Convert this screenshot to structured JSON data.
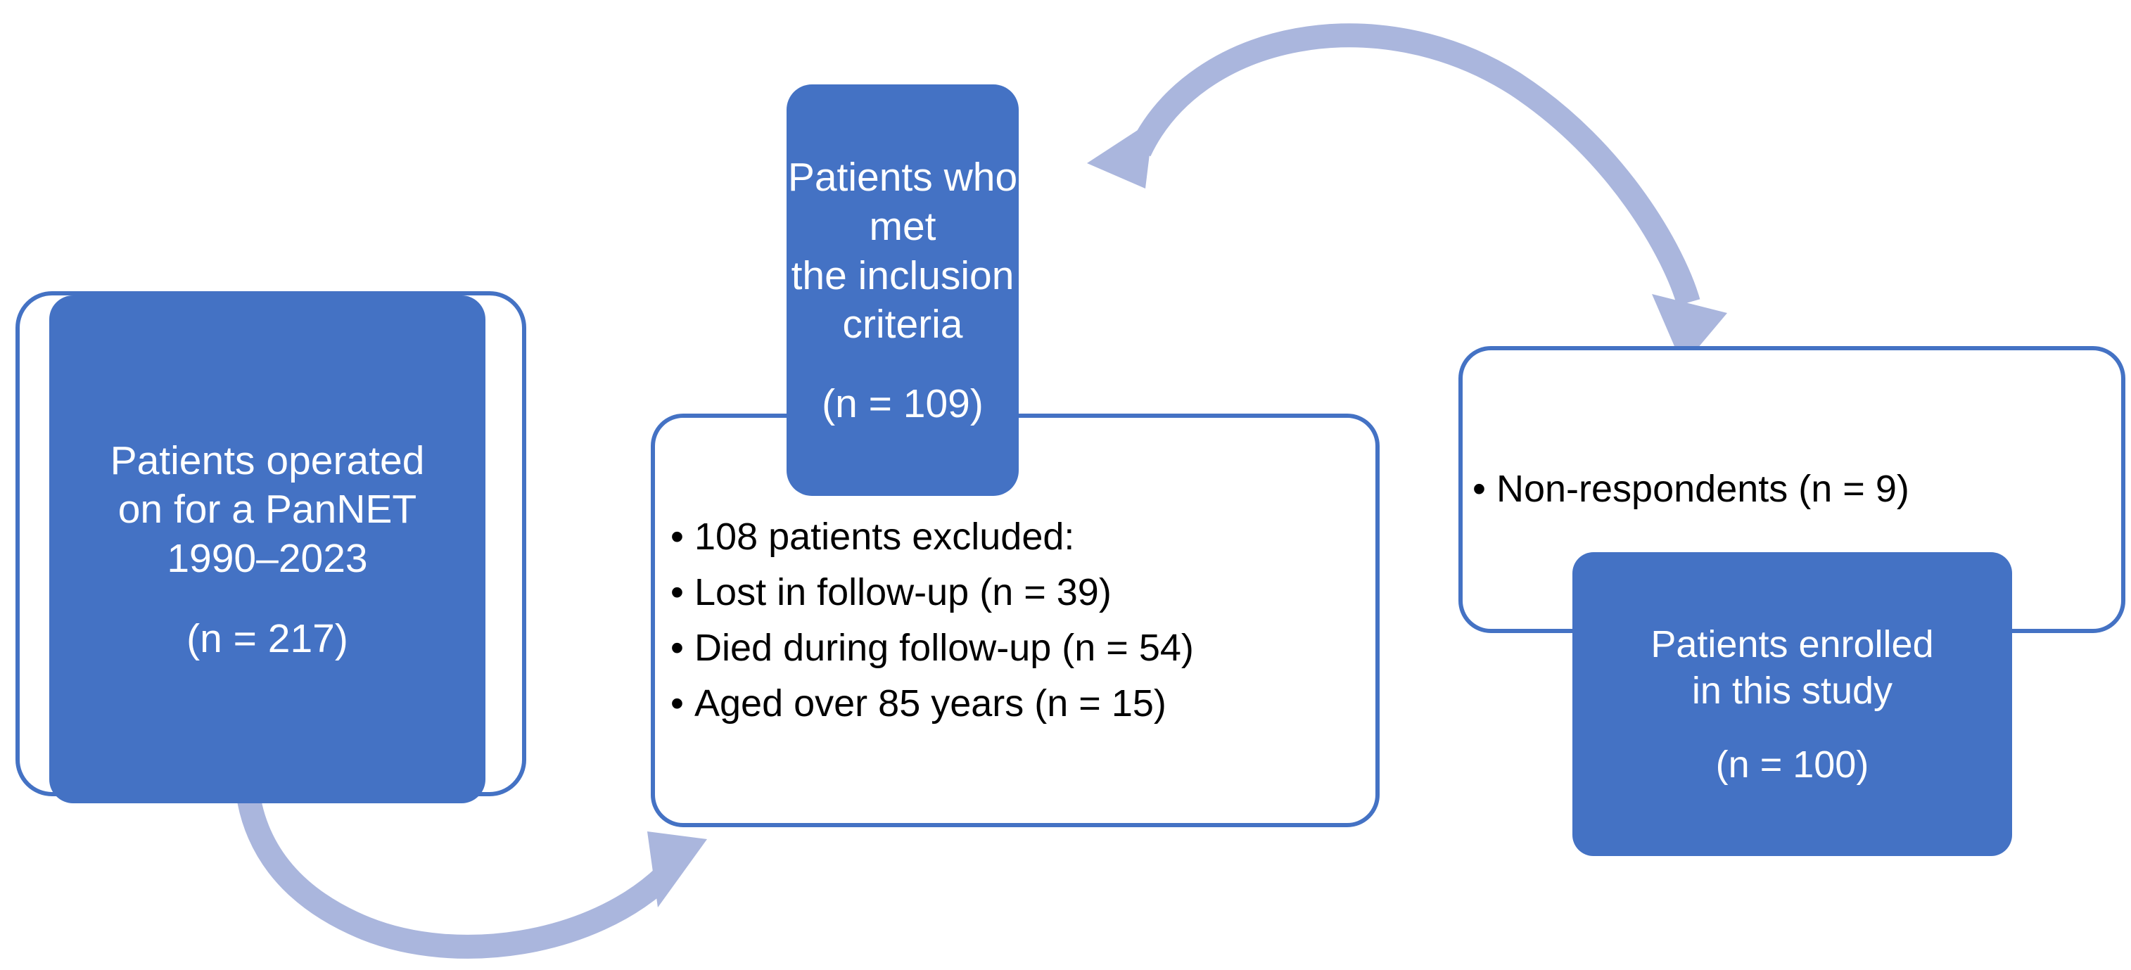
{
  "diagram": {
    "title": "PanNET patient selection flow",
    "colors": {
      "box_fill": "#4472c4",
      "box_outline": "#4472c4",
      "arrow": "#aab6dd",
      "filled_text": "#ffffff",
      "outlined_text": "#000000",
      "background": "#ffffff"
    },
    "nodes": {
      "operated": {
        "text": "Patients operated\non for a PanNET\n1990–2023",
        "count": "(n = 217)"
      },
      "inclusion": {
        "text": "Patients who met\nthe inclusion\ncriteria",
        "count": "(n = 109)"
      },
      "exclusions": {
        "bullet": "•",
        "items": [
          "108 patients excluded:",
          "Lost in follow-up (n = 39)",
          "Died during follow-up (n = 54)",
          "Aged over 85 years (n = 15)"
        ]
      },
      "nonrespondents": {
        "bullet": "•",
        "items": [
          "Non-respondents (n = 9)"
        ]
      },
      "enrolled": {
        "text": "Patients enrolled\nin this study",
        "count": "(n = 100)"
      }
    },
    "arrows": [
      {
        "name": "operated-to-exclusions",
        "from": "operated",
        "to": "exclusions",
        "direction": "down-right-curve"
      },
      {
        "name": "inclusion-to-nonrespondents",
        "from": "inclusion",
        "to": "nonrespondents",
        "direction": "up-right-curve"
      }
    ]
  }
}
